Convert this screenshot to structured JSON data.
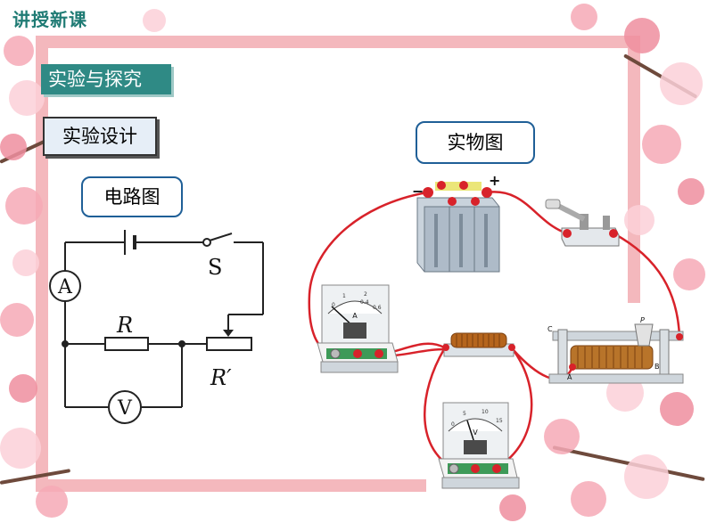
{
  "header": {
    "label": "讲授新课"
  },
  "section_tag": {
    "label": "实验与探究"
  },
  "design_tag": {
    "label": "实验设计"
  },
  "circuit_diagram": {
    "title": "电路图",
    "switch_label": "S",
    "ammeter_symbol": "A",
    "voltmeter_symbol": "V",
    "resistor_label": "R",
    "rheostat_label": "R′"
  },
  "physical_diagram": {
    "title": "实物图",
    "battery_minus": "−",
    "battery_plus": "+",
    "ammeter_face_letter": "A",
    "ammeter_scale": [
      "0",
      "1",
      "2",
      "0.4",
      "0.6"
    ],
    "voltmeter_face_letter": "V",
    "voltmeter_scale": [
      "0",
      "5",
      "10",
      "15"
    ],
    "rheostat_terminals": [
      "C",
      "P",
      "A",
      "B"
    ]
  },
  "colors": {
    "teal": "#2f8a85",
    "wire": "#d8222a",
    "frame": "#f4b8bd",
    "bubble_border": "#1f5f97"
  }
}
